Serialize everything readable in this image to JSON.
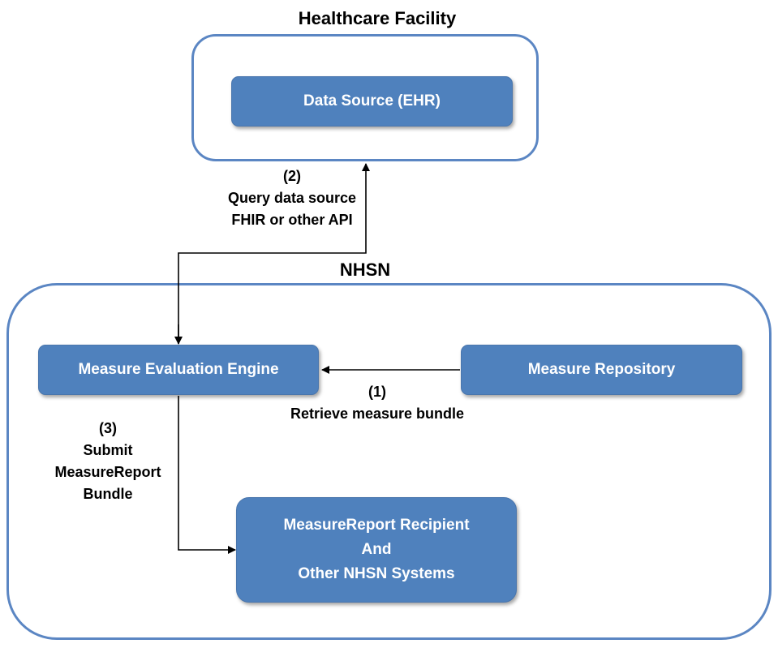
{
  "groups": {
    "facility": {
      "title": "Healthcare Facility"
    },
    "nhsn": {
      "title": "NHSN"
    }
  },
  "nodes": {
    "data_source": {
      "label": "Data Source (EHR)"
    },
    "engine": {
      "label": "Measure Evaluation Engine"
    },
    "repository": {
      "label": "Measure Repository"
    },
    "recipient": {
      "lines": [
        "MeasureReport Recipient",
        "And",
        "Other NHSN Systems"
      ]
    }
  },
  "edges": {
    "retrieve": {
      "step": "(1)",
      "text": "Retrieve measure bundle"
    },
    "query": {
      "step": "(2)",
      "line1": "Query data source",
      "line2": "FHIR or other API"
    },
    "submit": {
      "step": "(3)",
      "line1": "Submit",
      "line2": "MeasureReport",
      "line3": "Bundle"
    }
  },
  "colors": {
    "node_fill": "#4f81bd",
    "container_border": "#5b86c3",
    "edge": "#000000"
  }
}
